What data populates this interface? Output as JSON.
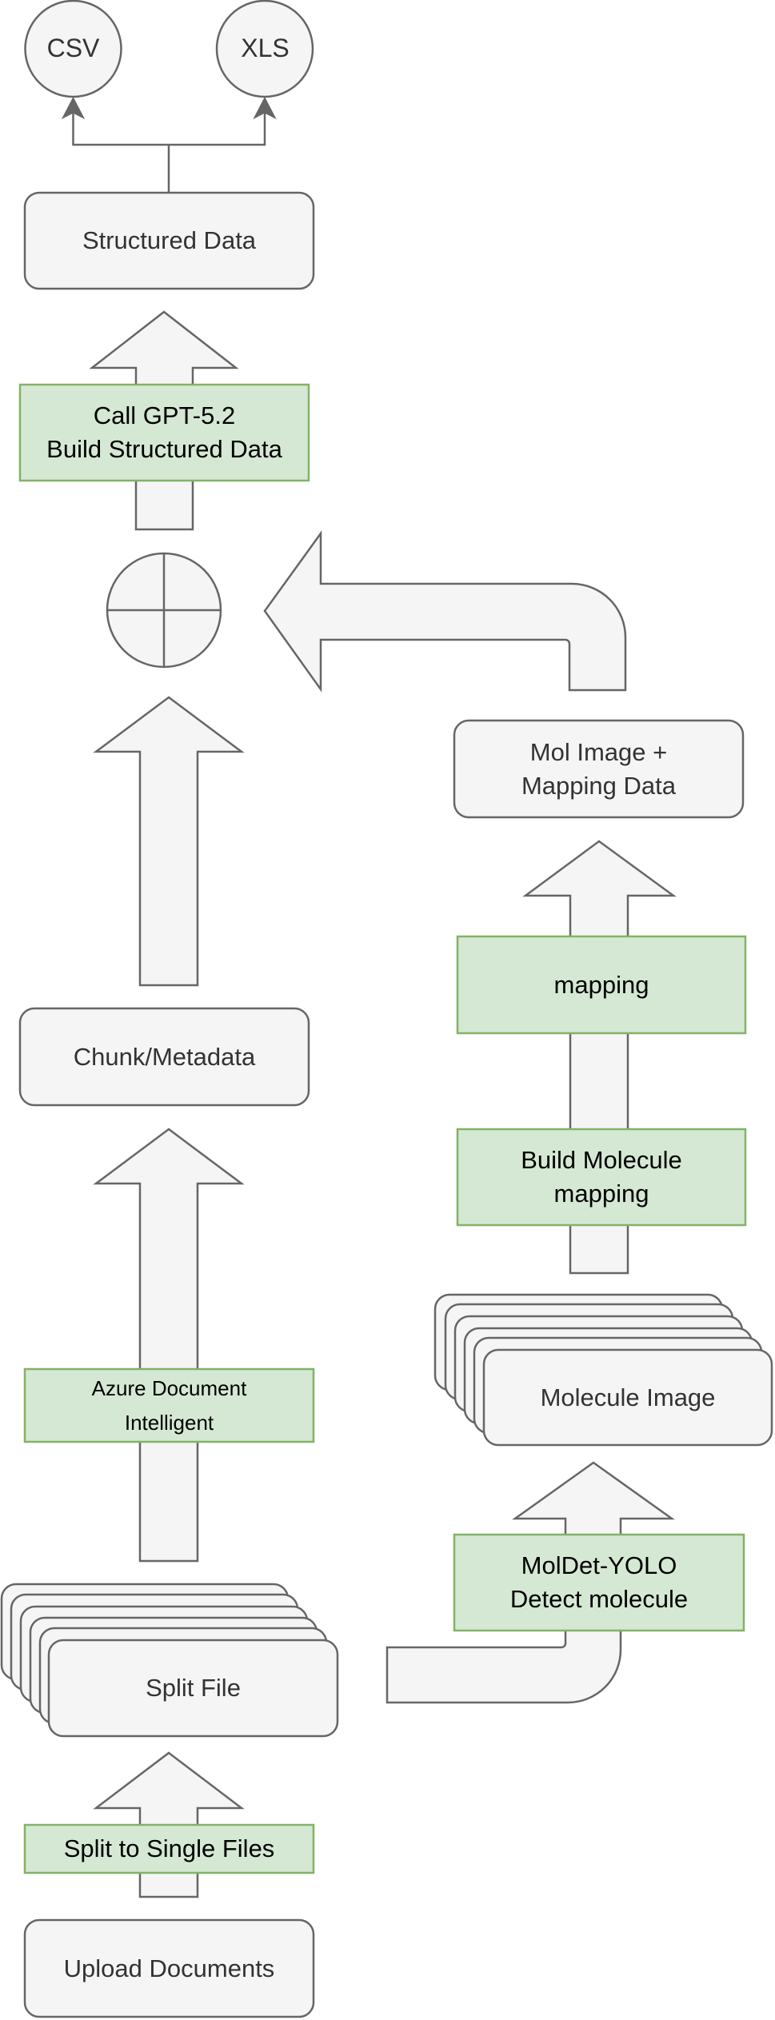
{
  "diagram": {
    "title": "Document processing pipeline",
    "colors": {
      "process_fill": "#f5f5f5",
      "process_stroke": "#666666",
      "process_text": "#333333",
      "step_fill": "#d5e8d4",
      "step_stroke": "#82b366",
      "step_text": "#000000"
    },
    "outputs": {
      "csv": "CSV",
      "xls": "XLS"
    },
    "nodes": {
      "structured_data": "Structured Data",
      "call_gpt": "Call GPT-5.2\nBuild Structured Data",
      "merge": "merge-junction",
      "mol_image_mapping": "Mol Image +\nMapping Data",
      "mapping": "mapping",
      "chunk_metadata": "Chunk/Metadata",
      "build_molecule_mapping": "Build Molecule\nmapping",
      "molecule_image": "Molecule Image",
      "azure_doc": "Azure Document\nIntelligent",
      "moldet_yolo": "MolDet-YOLO\nDetect molecule",
      "split_file": "Split File",
      "split_single": "Split to Single Files",
      "upload": "Upload Documents"
    },
    "stacks": {
      "split_file_layers": 6,
      "molecule_image_layers": 6
    },
    "edges": [
      {
        "from": "Upload Documents",
        "to": "Split File",
        "via": "Split to Single Files"
      },
      {
        "from": "Split File",
        "to": "Chunk/Metadata",
        "via": "Azure Document Intelligent"
      },
      {
        "from": "Split File",
        "to": "Molecule Image",
        "via": "MolDet-YOLO Detect molecule"
      },
      {
        "from": "Molecule Image",
        "to": "Mol Image + Mapping Data",
        "via": "Build Molecule mapping, mapping"
      },
      {
        "from": "Chunk/Metadata",
        "to": "merge-junction"
      },
      {
        "from": "Mol Image + Mapping Data",
        "to": "merge-junction"
      },
      {
        "from": "merge-junction",
        "to": "Structured Data",
        "via": "Call GPT-5.2 Build Structured Data"
      },
      {
        "from": "Structured Data",
        "to": "CSV"
      },
      {
        "from": "Structured Data",
        "to": "XLS"
      }
    ]
  }
}
